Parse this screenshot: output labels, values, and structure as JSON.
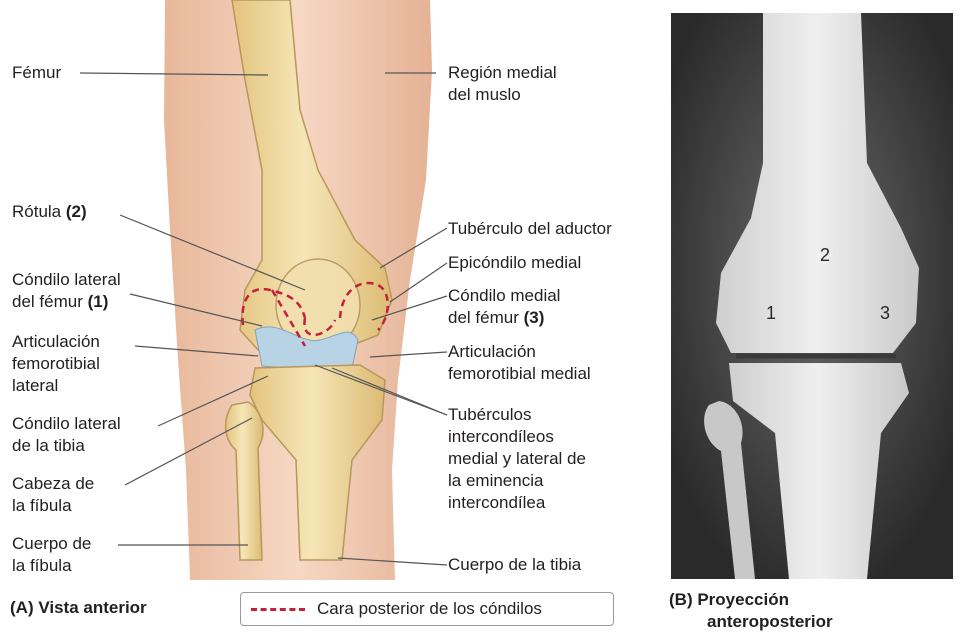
{
  "panel_a": {
    "caption": "(A) Vista anterior",
    "labels": {
      "femur": "Fémur",
      "region_medial": [
        "Región medial",
        "del muslo"
      ],
      "rotula": "Rótula",
      "rotula_num": "(2)",
      "tuberculo_aductor": "Tubérculo del aductor",
      "epicondilo_medial": "Epicóndilo medial",
      "condilo_lateral_femur": [
        "Cóndilo lateral",
        "del fémur"
      ],
      "condilo_lateral_femur_num": "(1)",
      "condilo_medial_femur": [
        "Cóndilo medial",
        "del fémur"
      ],
      "condilo_medial_femur_num": "(3)",
      "art_femorotibial_lateral": [
        "Articulación",
        "femorotibial",
        "lateral"
      ],
      "art_femorotibial_medial": [
        "Articulación",
        "femorotibial medial"
      ],
      "condilo_lateral_tibia": [
        "Cóndilo lateral",
        "de la tibia"
      ],
      "tuberculos": [
        "Tubérculos",
        "intercondíleos",
        "medial y lateral de",
        "la eminencia",
        "intercondílea"
      ],
      "cabeza_fibula": [
        "Cabeza de",
        "la fíbula"
      ],
      "cuerpo_fibula": [
        "Cuerpo de",
        "la fíbula"
      ],
      "cuerpo_tibia": "Cuerpo de la tibia"
    },
    "legend": "Cara posterior de los cóndilos",
    "colors": {
      "skin": "#f2cbb0",
      "bone": "#f0d9a0",
      "cartilage": "#b9d3e6",
      "dashed": "#c51f3a"
    }
  },
  "panel_b": {
    "caption": [
      "(B) Proyección",
      "anteroposterior"
    ],
    "markers": [
      "1",
      "2",
      "3"
    ]
  }
}
